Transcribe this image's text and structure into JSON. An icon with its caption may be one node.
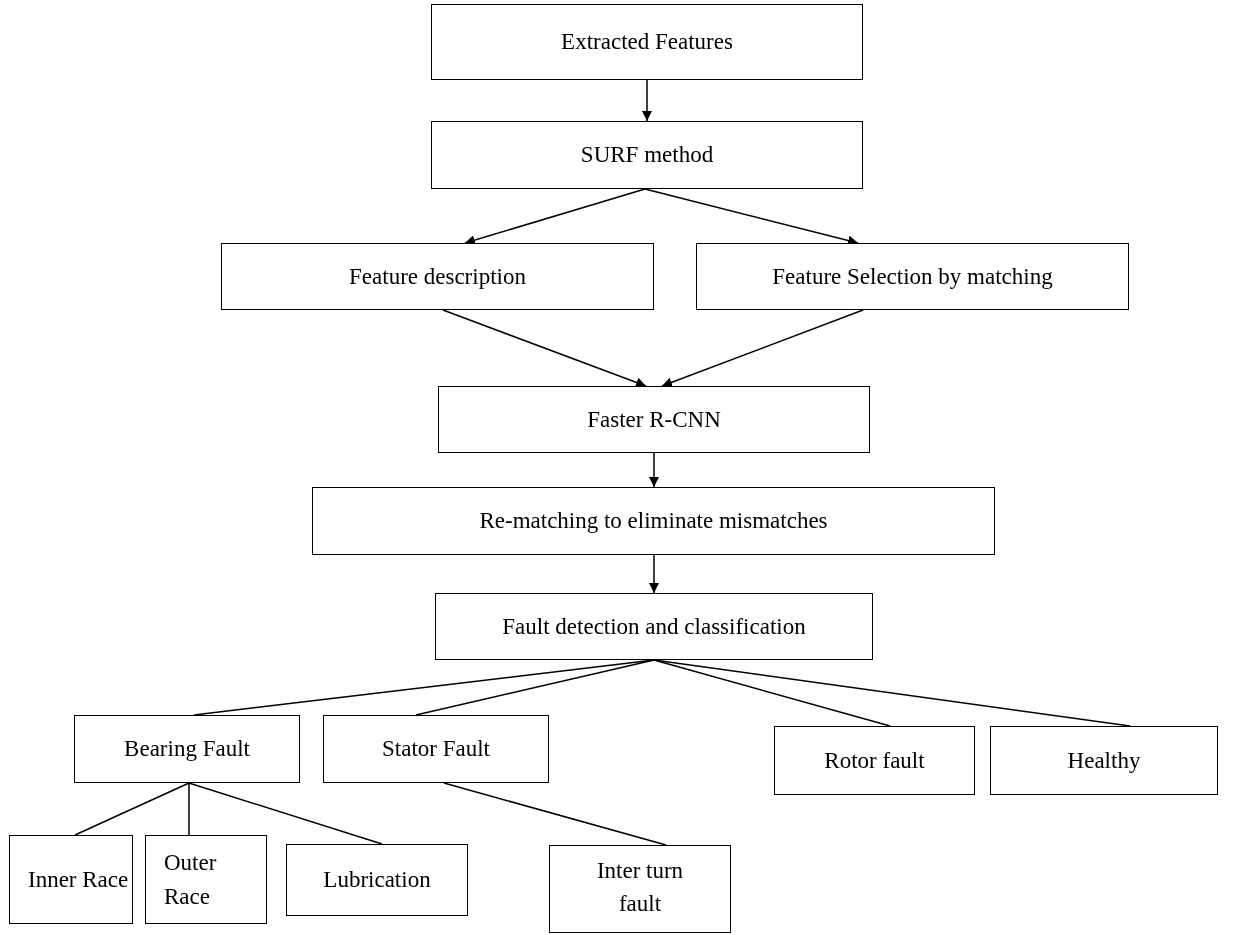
{
  "diagram": {
    "nodes": [
      {
        "text": [
          "Extracted Features"
        ]
      },
      {
        "text": [
          "SURF method"
        ]
      },
      {
        "text": [
          "Feature description"
        ]
      },
      {
        "text": [
          "Feature Selection by matching"
        ]
      },
      {
        "text": [
          "Faster R-CNN"
        ]
      },
      {
        "text": [
          "Re-matching to eliminate mismatches"
        ]
      },
      {
        "text": [
          "Fault detection and classification"
        ]
      },
      {
        "text": [
          "Bearing Fault"
        ]
      },
      {
        "text": [
          "Stator Fault"
        ]
      },
      {
        "text": [
          "Rotor fault"
        ]
      },
      {
        "text": [
          "Healthy"
        ]
      },
      {
        "text": [
          "Inner Race"
        ]
      },
      {
        "text": [
          "Outer Race"
        ]
      },
      {
        "text": [
          "Lubrication"
        ]
      },
      {
        "text": [
          "Inter turn fault"
        ]
      }
    ],
    "edges": [
      {
        "from": 0,
        "to": 1,
        "arrow": "to"
      },
      {
        "from": 1,
        "to": 2,
        "arrow": "to"
      },
      {
        "from": 1,
        "to": 3,
        "arrow": "to"
      },
      {
        "from": 2,
        "to": 4,
        "arrow": "to"
      },
      {
        "from": 3,
        "to": 4,
        "arrow": "to"
      },
      {
        "from": 4,
        "to": 5,
        "arrow": "to"
      },
      {
        "from": 5,
        "to": 6,
        "arrow": "to"
      },
      {
        "from": 6,
        "to": 7,
        "arrow": "none"
      },
      {
        "from": 6,
        "to": 8,
        "arrow": "none"
      },
      {
        "from": 6,
        "to": 9,
        "arrow": "none"
      },
      {
        "from": 6,
        "to": 10,
        "arrow": "none"
      },
      {
        "from": 7,
        "to": 11,
        "arrow": "none"
      },
      {
        "from": 7,
        "to": 12,
        "arrow": "none"
      },
      {
        "from": 7,
        "to": 13,
        "arrow": "none"
      },
      {
        "from": 8,
        "to": 14,
        "arrow": "none"
      }
    ]
  }
}
